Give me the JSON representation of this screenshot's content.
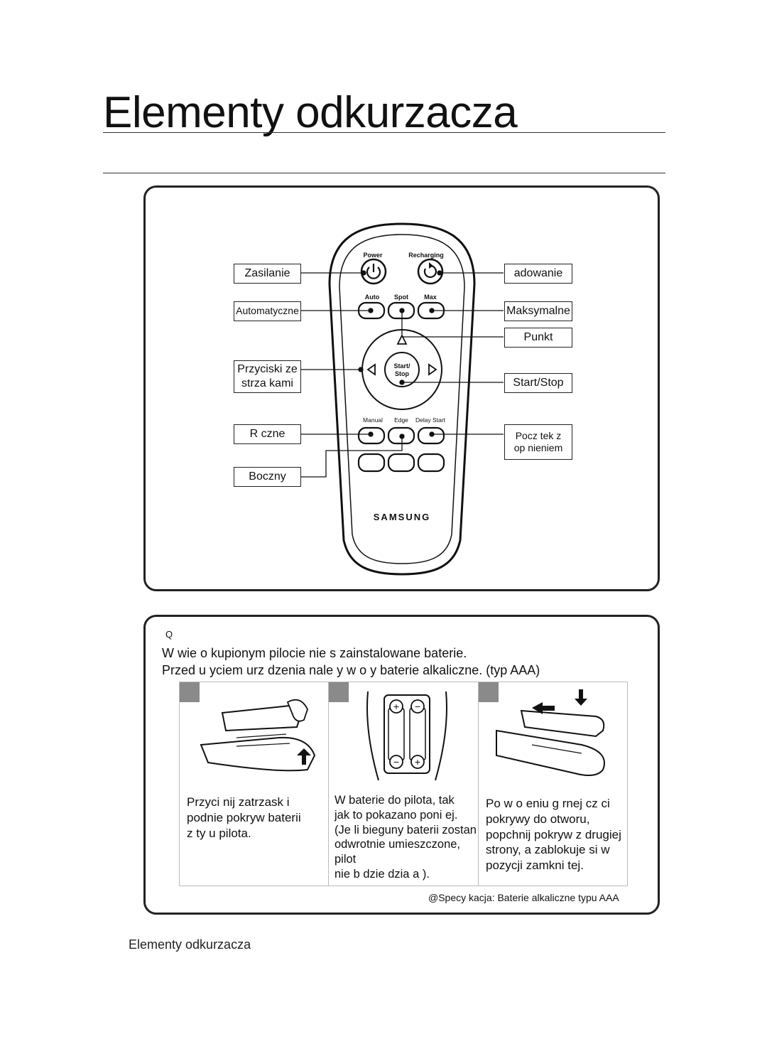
{
  "page": {
    "title": "Elementy odkurzacza",
    "footer_label": "Elementy odkurzacza"
  },
  "remote": {
    "buttons": {
      "power": "Power",
      "recharging": "Recharging",
      "auto": "Auto",
      "spot": "Spot",
      "max": "Max",
      "start_stop_line1": "Start/",
      "start_stop_line2": "Stop",
      "manual": "Manual",
      "edge": "Edge",
      "delay_start": "Delay Start",
      "brand": "SAMSUNG"
    },
    "labels": {
      "zasilanie": "Zasilanie",
      "automatyczne": "Automatyczne",
      "przyciski_line1": "Przyciski ze",
      "przyciski_line2": "strza kami",
      "reczne": "R czne",
      "boczny": "Boczny",
      "ladowanie": "adowanie",
      "maksymalne": "Maksymalne",
      "punkt": "Punkt",
      "start_stop": "Start/Stop",
      "opoznienie_line1": "Pocz tek z",
      "opoznienie_line2": "op  nieniem"
    }
  },
  "battery": {
    "heading_glyph": "Q",
    "note_line1": "W  wie o kupionym pilocie nie s  zainstalowane baterie.",
    "note_line2": "Przed u yciem urz dzenia nale y w o y  baterie alkaliczne. (typ AAA)",
    "steps": [
      {
        "lines": [
          "Przyci nij zatrzask i",
          "podnie  pokryw  baterii",
          "z ty u pilota."
        ]
      },
      {
        "lines": [
          "W   baterie do pilota, tak",
          "jak to pokazano poni ej.",
          "(Je li bieguny baterii zostan",
          "odwrotnie umieszczone, pilot",
          "nie b dzie dzia a )."
        ]
      },
      {
        "lines": [
          "Po w o eniu g rnej cz  ci",
          "pokrywy do otworu,",
          "popchnij pokryw  z drugiej",
          "strony, a  zablokuje si  w",
          "pozycji zamkni tej."
        ]
      }
    ],
    "spec": "@Specy kacja: Baterie alkaliczne typu AAA"
  }
}
